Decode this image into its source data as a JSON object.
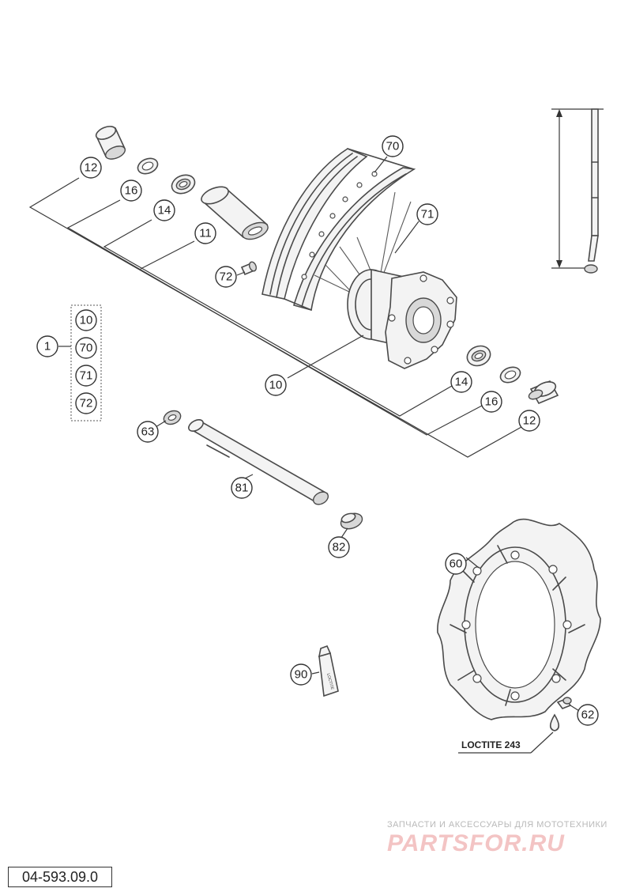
{
  "callouts": {
    "c12_top": "12",
    "c16_top": "16",
    "c14_top": "14",
    "c11": "11",
    "c70": "70",
    "c71": "71",
    "c72_top": "72",
    "c1": "1",
    "c10_kit": "10",
    "c70_kit": "70",
    "c71_kit": "71",
    "c72_kit": "72",
    "c10_hub": "10",
    "c14_bot": "14",
    "c16_bot": "16",
    "c12_bot": "12",
    "c63": "63",
    "c81": "81",
    "c82": "82",
    "c60": "60",
    "c62": "62",
    "c90": "90"
  },
  "loctite_label": "LOCTITE 243",
  "tube_label": "LOCTITE",
  "watermark": {
    "line1": "ЗАПЧАСТИ И АКСЕССУАРЫ ДЛЯ МОТОТЕХНИКИ",
    "line2": "PARTSFOR.RU"
  },
  "document_number": "04-593.09.0"
}
